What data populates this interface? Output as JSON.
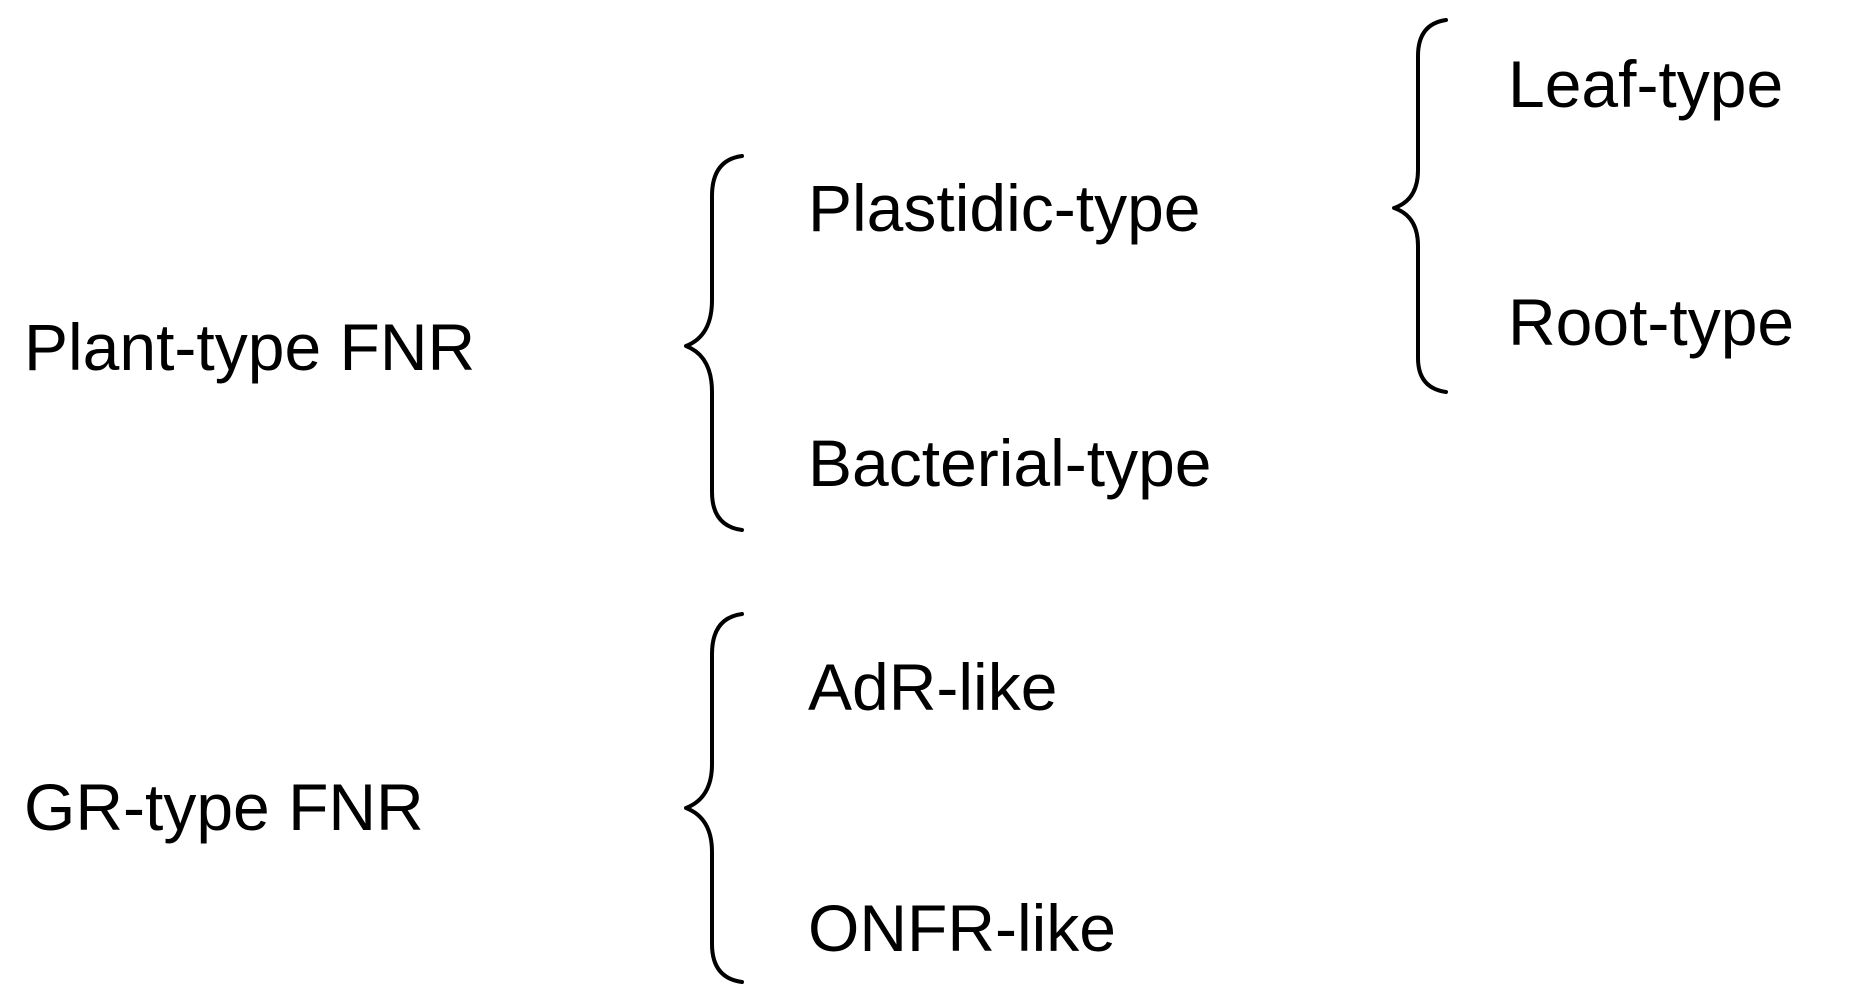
{
  "diagram": {
    "title": "",
    "root_nodes": [
      {
        "label": "Plant-type FNR",
        "children": [
          {
            "label": "Plastidic-type",
            "children": [
              {
                "label": "Leaf-type"
              },
              {
                "label": "Root-type"
              }
            ]
          },
          {
            "label": "Bacterial-type"
          }
        ]
      },
      {
        "label": "GR-type FNR",
        "children": [
          {
            "label": "AdR-like"
          },
          {
            "label": "ONFR-like"
          }
        ]
      }
    ],
    "colors": {
      "text": "#000000",
      "background": "#ffffff",
      "brace": "#000000"
    }
  }
}
